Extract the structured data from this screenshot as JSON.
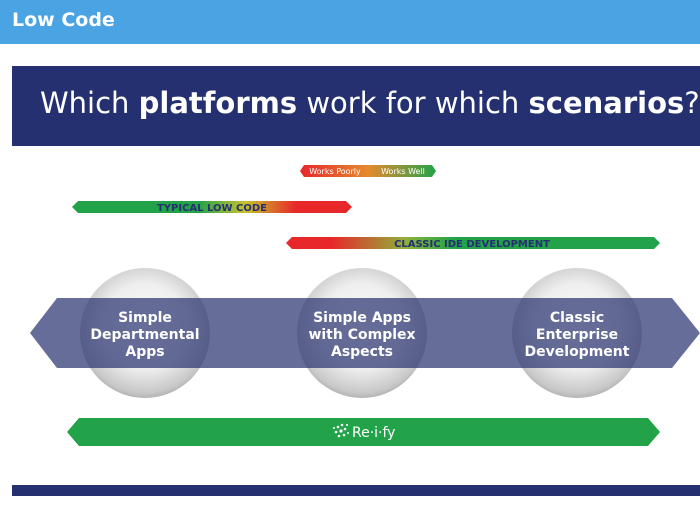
{
  "app": {
    "title": "Low Code"
  },
  "slide": {
    "heading": {
      "part1": "Which ",
      "bold1": "platforms",
      "part2": " work for which ",
      "bold2": "scenarios",
      "part3": "?"
    },
    "legend": {
      "poor": "Works Poorly",
      "well": "Works Well"
    },
    "bars": {
      "typical": "TYPICAL LOW CODE",
      "classic": "CLASSIC IDE DEVELOPMENT"
    },
    "scenarios": [
      {
        "line1": "Simple",
        "line2": "Departmental",
        "line3": "Apps"
      },
      {
        "line1": "Simple Apps",
        "line2": "with Complex",
        "line3": "Aspects"
      },
      {
        "line1": "Classic",
        "line2": "Enterprise",
        "line3": "Development"
      }
    ],
    "reify_logo": "Re·i·fy",
    "colors": {
      "banner": "#24306f",
      "green": "#22a349",
      "red": "#e8272a",
      "band": "#5b6296",
      "topbar": "#4aa3e3"
    }
  }
}
